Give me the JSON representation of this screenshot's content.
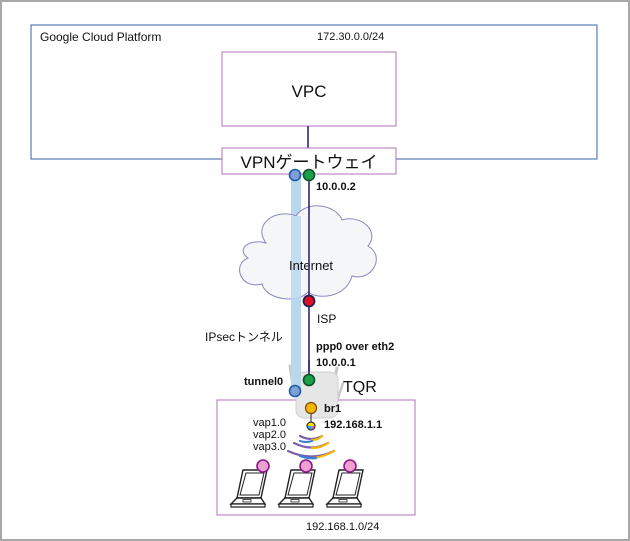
{
  "gcp": {
    "label": "Google Cloud Platform",
    "subnet": "172.30.0.0/24",
    "vpc_label": "VPC",
    "vpn_gateway_label": "VPNゲートウェイ",
    "vpn_gateway_ip": "10.0.0.2"
  },
  "internet": {
    "label": "Internet",
    "isp_label": "ISP"
  },
  "tunnel": {
    "label": "IPsecトンネル"
  },
  "router": {
    "name": "TQR",
    "wan_interface": "ppp0 over eth2",
    "wan_ip": "10.0.0.1",
    "tunnel_interface": "tunnel0",
    "lan_interface": "br1",
    "lan_ip": "192.168.1.1",
    "wireless_interfaces": [
      "vap1.0",
      "vap2.0",
      "vap3.0"
    ]
  },
  "lan": {
    "subnet": "192.168.1.0/24",
    "clients": [
      "laptop-1",
      "laptop-2",
      "laptop-3"
    ]
  },
  "colors": {
    "gcp_border": "#3a5fa8",
    "box_border": "#b070b8",
    "link_line": "#2d2a6e",
    "tunnel": "#b8d8ee",
    "node_blue": "#7f9fd6",
    "node_green": "#1aa04a",
    "node_red": "#e0101e",
    "node_orange": "#f7b500",
    "node_pink": "#f0a0d0"
  }
}
